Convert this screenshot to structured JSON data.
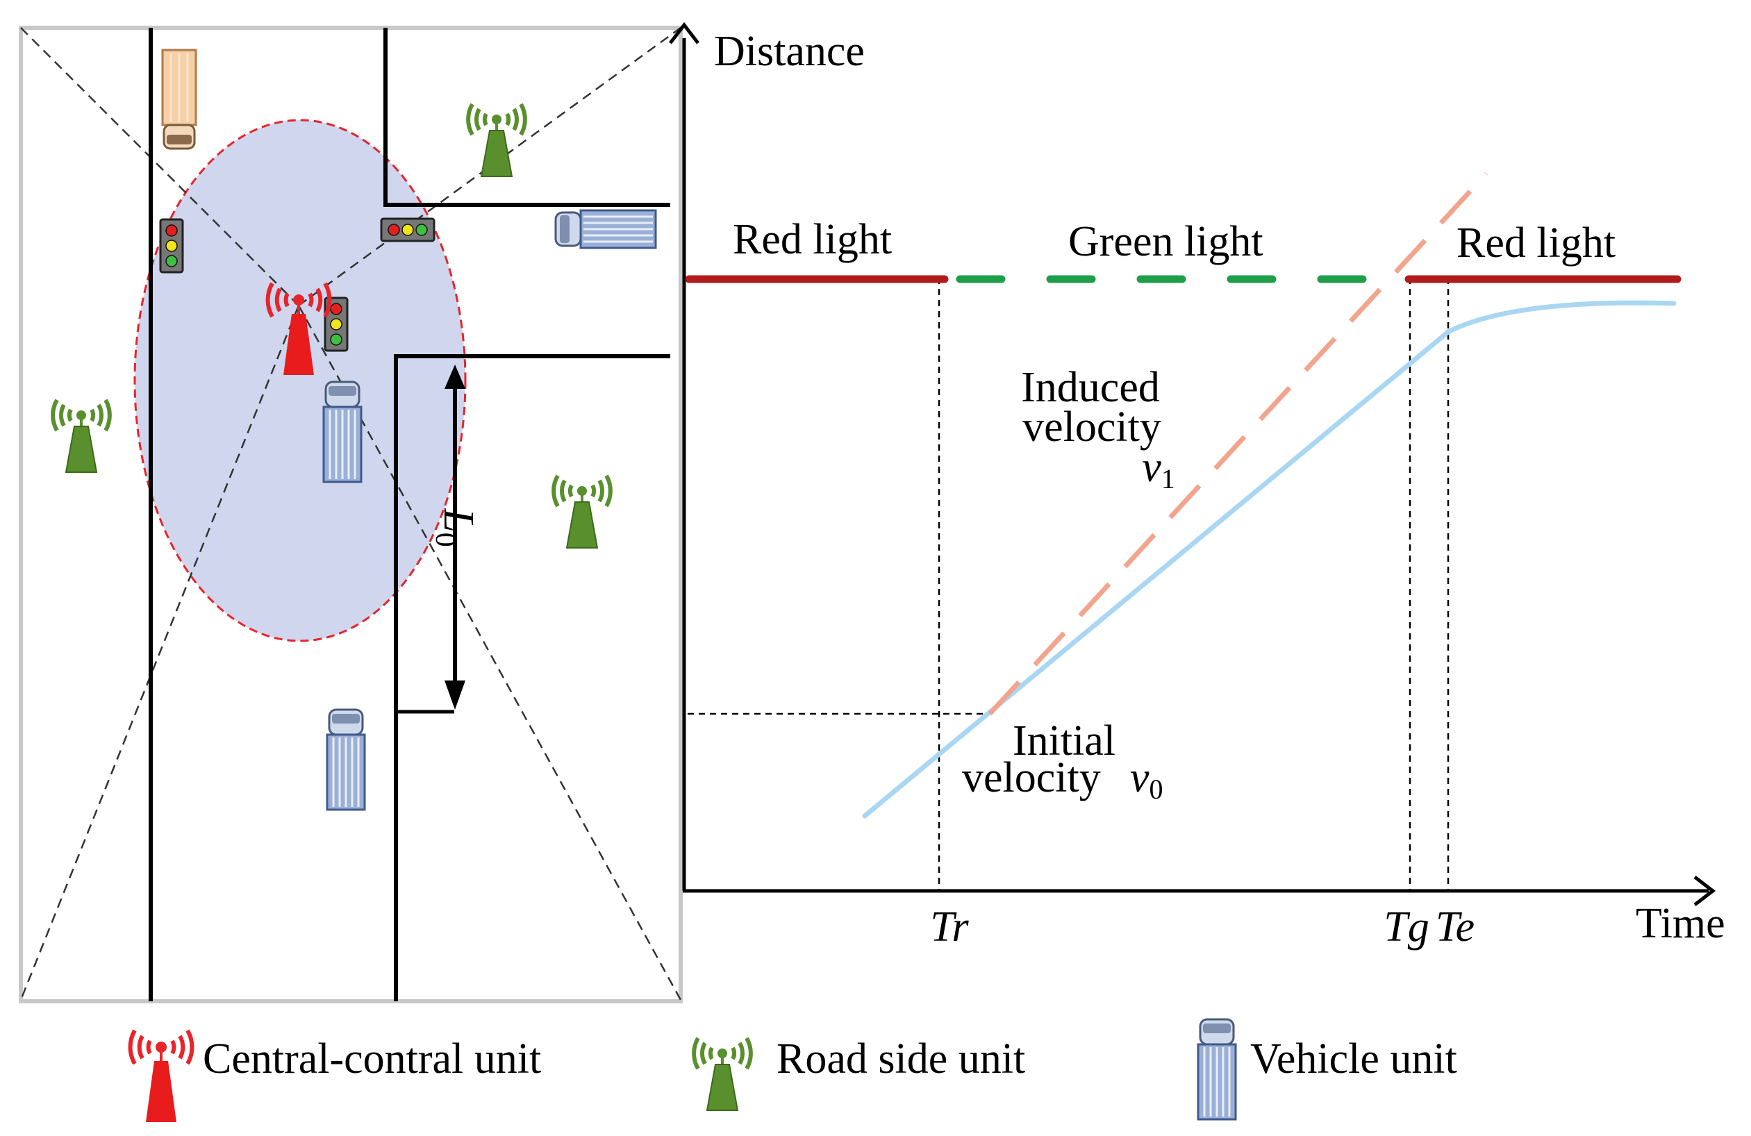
{
  "graph": {
    "y_axis_label": "Distance",
    "x_axis_label": "Time",
    "signal_labels": {
      "red_light_1": "Red light",
      "green_light": "Green light",
      "red_light_2": "Red light"
    },
    "induced_velocity": {
      "line1": "Induced",
      "line2": "velocity",
      "symbol": "v",
      "subscript": "1"
    },
    "initial_velocity": {
      "line1": "Initial",
      "line2": "velocity",
      "symbol": "v",
      "subscript": "0"
    },
    "ticks": {
      "tr": "Tr",
      "tg": "Tg",
      "te": "Te"
    },
    "colors": {
      "red_light": "#b01c1c",
      "green_light": "#1f9e4a",
      "induced_line": "#f2a48c",
      "initial_curve": "#a9d6f2"
    }
  },
  "map": {
    "distance_label": {
      "symbol": "L",
      "subscript": "0"
    },
    "colors": {
      "coverage_area": "#cfd6ee",
      "coverage_border": "#e8242a",
      "central_unit": "#e81c1c",
      "road_side_unit": "#5a8f2e",
      "vehicle": "#9bb0d6"
    }
  },
  "legend": {
    "items": [
      {
        "label": "Central-contral unit",
        "icon": "central-unit-icon"
      },
      {
        "label": "Road side unit",
        "icon": "road-side-unit-icon"
      },
      {
        "label": "Vehicle unit",
        "icon": "vehicle-icon"
      }
    ]
  }
}
